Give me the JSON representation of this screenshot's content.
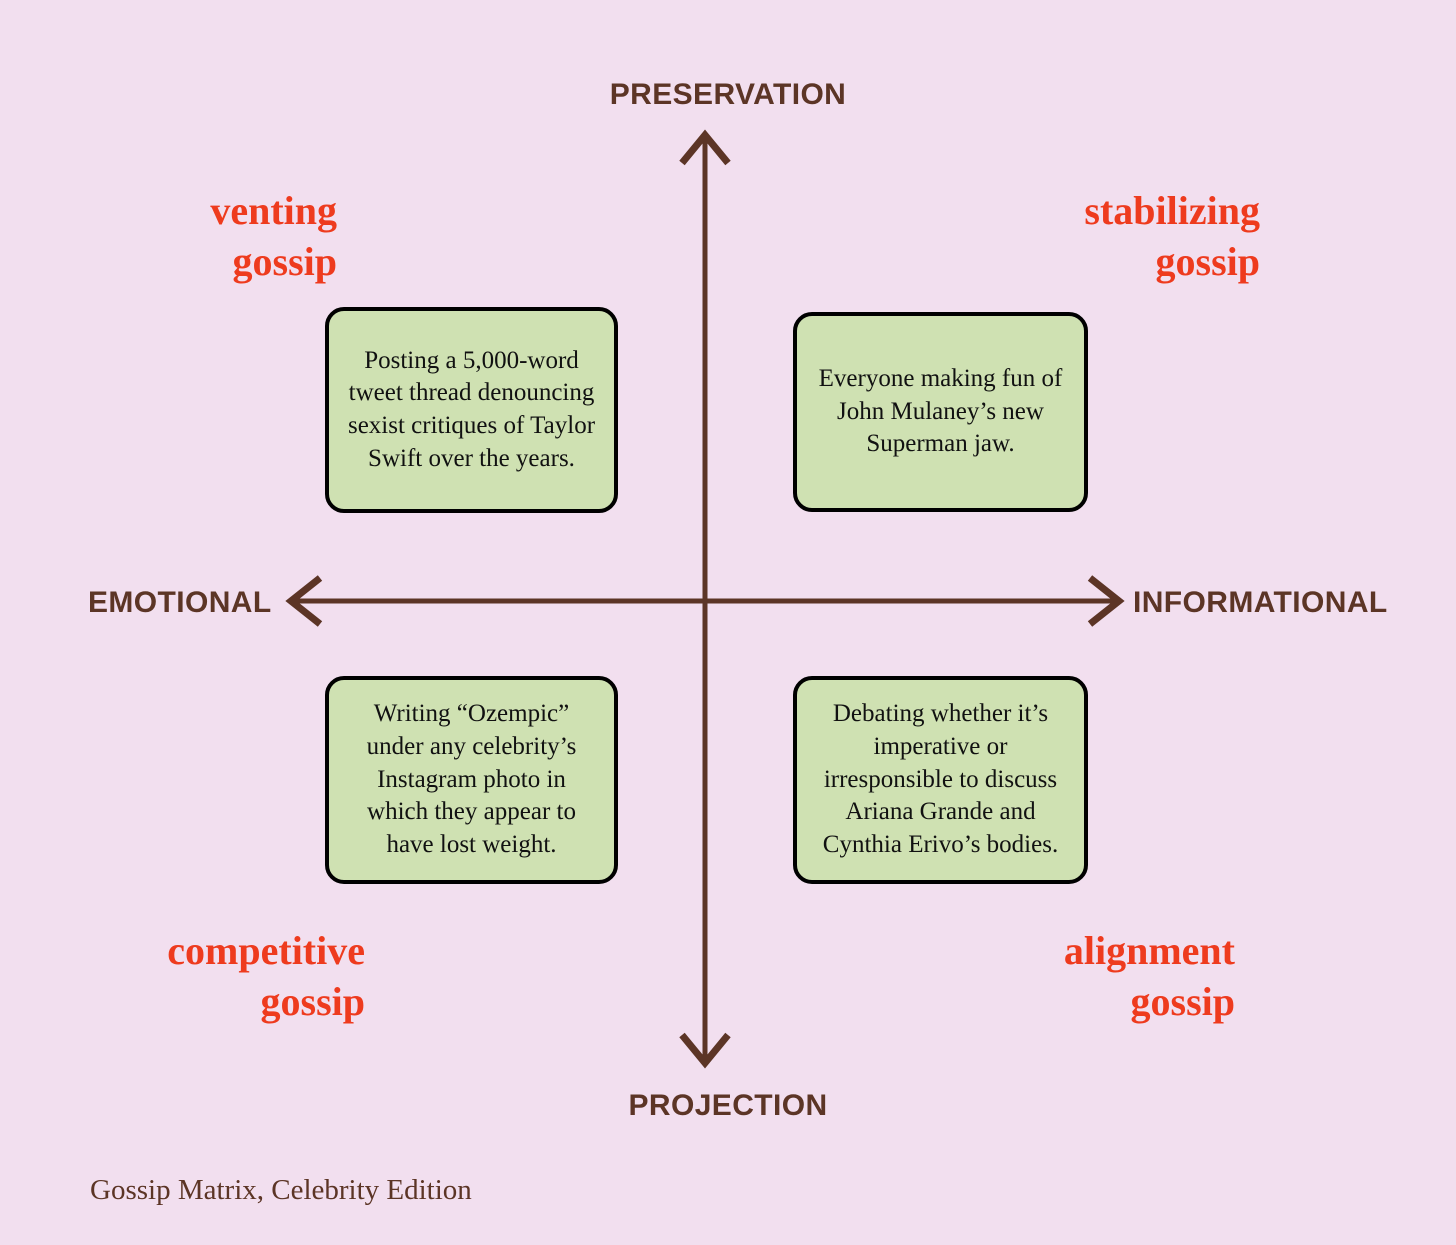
{
  "canvas": {
    "background_color": "#F2DFEF",
    "axis_color": "#5C3526",
    "accent_color": "#EE3B1E",
    "card_fill_color": "#CFE1B2",
    "card_border_color": "#000000"
  },
  "axes": {
    "top_label": "PRESERVATION",
    "bottom_label": "PROJECTION",
    "left_label": "EMOTIONAL",
    "right_label": "INFORMATIONAL"
  },
  "quadrant_labels": {
    "top_left_line1": "venting",
    "top_left_line2": "gossip",
    "top_right_line1": "stabilizing",
    "top_right_line2": "gossip",
    "bottom_left_line1": "competitive",
    "bottom_left_line2": "gossip",
    "bottom_right_line1": "alignment",
    "bottom_right_line2": "gossip"
  },
  "cards": {
    "top_left": "Posting a 5,000-word tweet thread denouncing sexist critiques of Taylor Swift over the years.",
    "top_right": "Everyone making fun of John Mulaney’s new Superman jaw.",
    "bottom_left": "Writing “Ozempic” under any celebrity’s Instagram photo in which they appear to have lost weight.",
    "bottom_right": "Debating whether it’s imperative or irresponsible to discuss Ariana Grande and Cynthia Erivo’s bodies."
  },
  "caption": "Gossip Matrix, Celebrity Edition"
}
